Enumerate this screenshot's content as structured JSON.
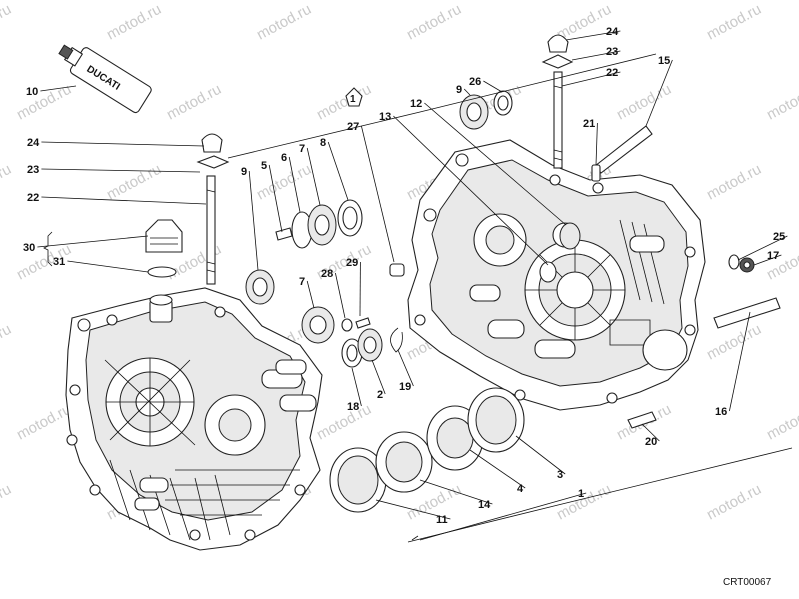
{
  "diagram": {
    "reference_code": "CRT00067",
    "watermark_text": "motod.ru",
    "tube_brand_text": "DUCATI",
    "group_marker": "1",
    "part_labels": [
      "1",
      "2",
      "3",
      "4",
      "5",
      "6",
      "7",
      "7",
      "8",
      "9",
      "9",
      "10",
      "11",
      "12",
      "13",
      "14",
      "15",
      "16",
      "17",
      "18",
      "19",
      "20",
      "21",
      "22",
      "22",
      "23",
      "23",
      "24",
      "24",
      "25",
      "26",
      "27",
      "28",
      "29",
      "30",
      "31"
    ]
  }
}
